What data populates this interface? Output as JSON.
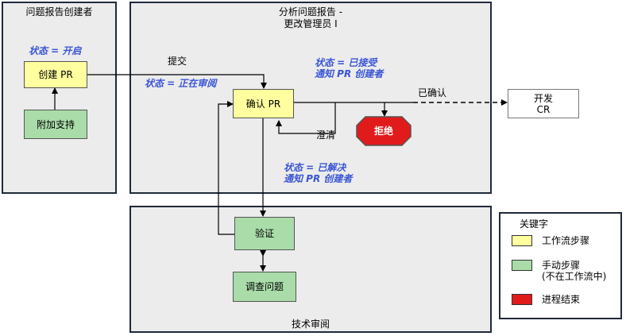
{
  "panels": {
    "creator": "问题报告创建者",
    "analyze": "分析问题报告 -\n更改管理员 I",
    "review": "技术审阅"
  },
  "boxes": {
    "create_pr": "创建 PR",
    "attach_support": "附加支持",
    "confirm_pr": "确认 PR",
    "reject": "拒绝",
    "develop_cr": "开发\nCR",
    "verify": "验证",
    "investigate": "调查问题"
  },
  "labels": {
    "submit": "提交",
    "clarify": "澄清",
    "confirmed": "已确认"
  },
  "statuses": {
    "open": "状态 = 开启",
    "in_review": "状态 = 正在审阅",
    "accepted": "状态 = 已接受\n通知 PR 创建者",
    "resolved": "状态 = 已解决\n通知 PR 创建者"
  },
  "legend": {
    "title": "关键字",
    "workflow_step": "工作流步骤",
    "manual_step": "手动步骤\n(不在工作流中)",
    "process_end": "进程结束"
  },
  "colors": {
    "workflow": "#ffff9f",
    "manual": "#a9dca9",
    "end": "#e11b1b",
    "status_text": "#3a55d4"
  }
}
